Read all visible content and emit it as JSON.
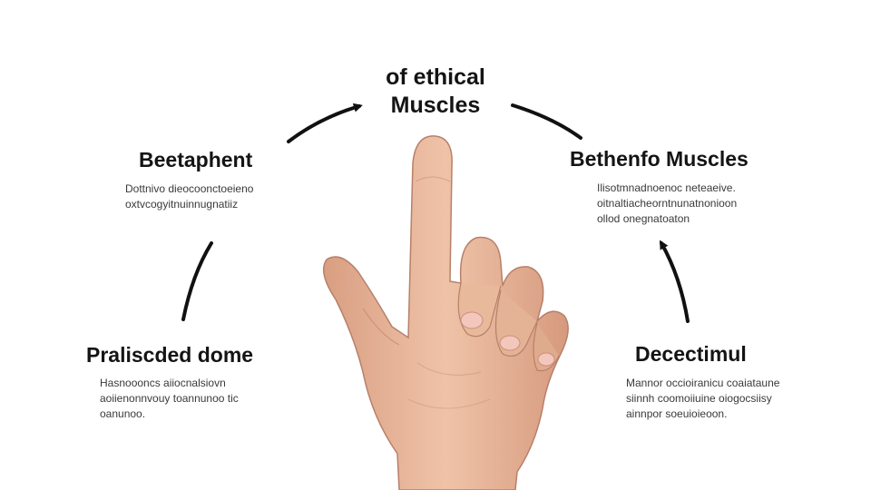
{
  "center": {
    "title_line1": "of ethical",
    "title_line2": "Muscles"
  },
  "nodes": [
    {
      "id": "top-left",
      "title": "Beetaphent",
      "desc": [
        "Dottnivo dieocoonctoeieno",
        "oxtvcogyitnuinnugnatiiz"
      ]
    },
    {
      "id": "top-right",
      "title": "Bethenfo Muscles",
      "desc": [
        "Ilisotmnadnoenoc neteaeive.",
        "oitnaltiacheorntnunatnonioon",
        "ollod onegnatoaton"
      ]
    },
    {
      "id": "bottom-left",
      "title": "Praliscded dome",
      "desc": [
        "Hasnoooncs aiiocnalsiovn",
        "aoiienonnvouy toannunoo tic",
        "oanunoo."
      ]
    },
    {
      "id": "bottom-right",
      "title": "Decectimul",
      "desc": [
        "Mannor occioiranicu coaiataune",
        "siinnh coomoiiuine oiogocsiisy",
        "ainnpor soeuioieoon."
      ]
    }
  ],
  "colors": {
    "text": "#141414",
    "arrow": "#111111",
    "skin": "#e8b79a",
    "skin_shadow": "#c98d72",
    "nail": "#f3c7bb"
  },
  "icons": {
    "hand": "hand-pointing-up-icon"
  }
}
